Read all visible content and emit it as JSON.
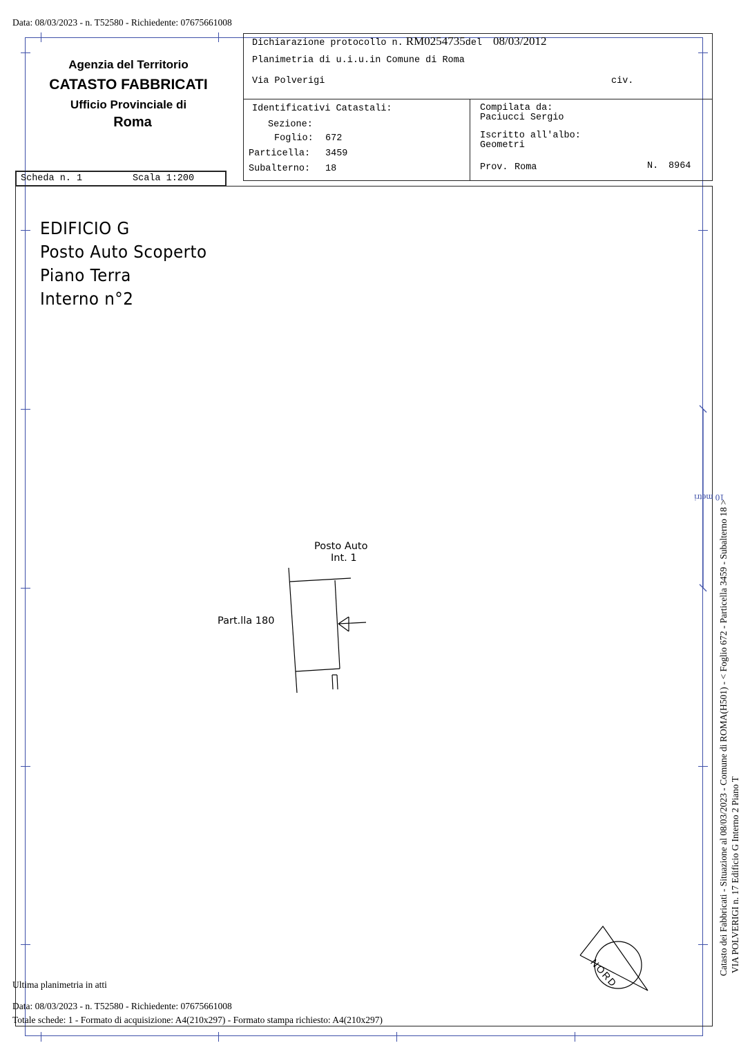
{
  "top_meta": "Data: 08/03/2023 - n. T52580 - Richiedente: 07675661008",
  "office": {
    "agency": "Agenzia del Territorio",
    "catasto": "CATASTO FABBRICATI",
    "ufficio": "Ufficio Provinciale di",
    "city": "Roma"
  },
  "scheda": {
    "label": "Scheda n. 1",
    "scala": "Scala 1:200"
  },
  "declaration": {
    "prefix": "Dichiarazione protocollo n.",
    "protocol": "RM0254735",
    "del_label": "del",
    "date": "08/03/2012",
    "planimetria": "Planimetria di u.i.u.in Comune di Roma",
    "street": "Via Polverigi",
    "civ_label": "civ."
  },
  "identificativi": {
    "title": "Identificativi Catastali:",
    "sezione_label": "Sezione:",
    "sezione": "",
    "foglio_label": "Foglio:",
    "foglio": "672",
    "particella_label": "Particella:",
    "particella": "3459",
    "subalterno_label": "Subalterno:",
    "subalterno": "18"
  },
  "compilata": {
    "title": "Compilata da:",
    "name": "Paciucci Sergio",
    "albo_label": "Iscritto all'albo:",
    "albo": "Geometri",
    "prov_label": "Prov.",
    "prov": "Roma",
    "n_label": "N.",
    "n": "8964"
  },
  "plan_title": [
    "EDIFICIO G",
    "Posto Auto Scoperto",
    "Piano Terra",
    "Interno n°2"
  ],
  "drawing": {
    "posto_auto": "Posto Auto",
    "int": "Int. 1",
    "part": "Part.lla 180"
  },
  "scale_bar_label": "10 metri",
  "side_line_1": "Catasto dei Fabbricati - Situazione al 08/03/2023 - Comune di ROMA(H501) - < Foglio 672 - Particella 3459 - Subalterno 18 >",
  "side_line_2": "VIA POLVERIGI n. 17 Edificio G Interno 2 Piano T",
  "nord_label": "NORD",
  "footer": {
    "ultima": "Ultima planimetria in atti",
    "data": "Data: 08/03/2023 - n. T52580 - Richiedente: 07675661008",
    "totale": "Totale schede: 1 - Formato di acquisizione: A4(210x297)  - Formato stampa richiesto: A4(210x297)"
  }
}
